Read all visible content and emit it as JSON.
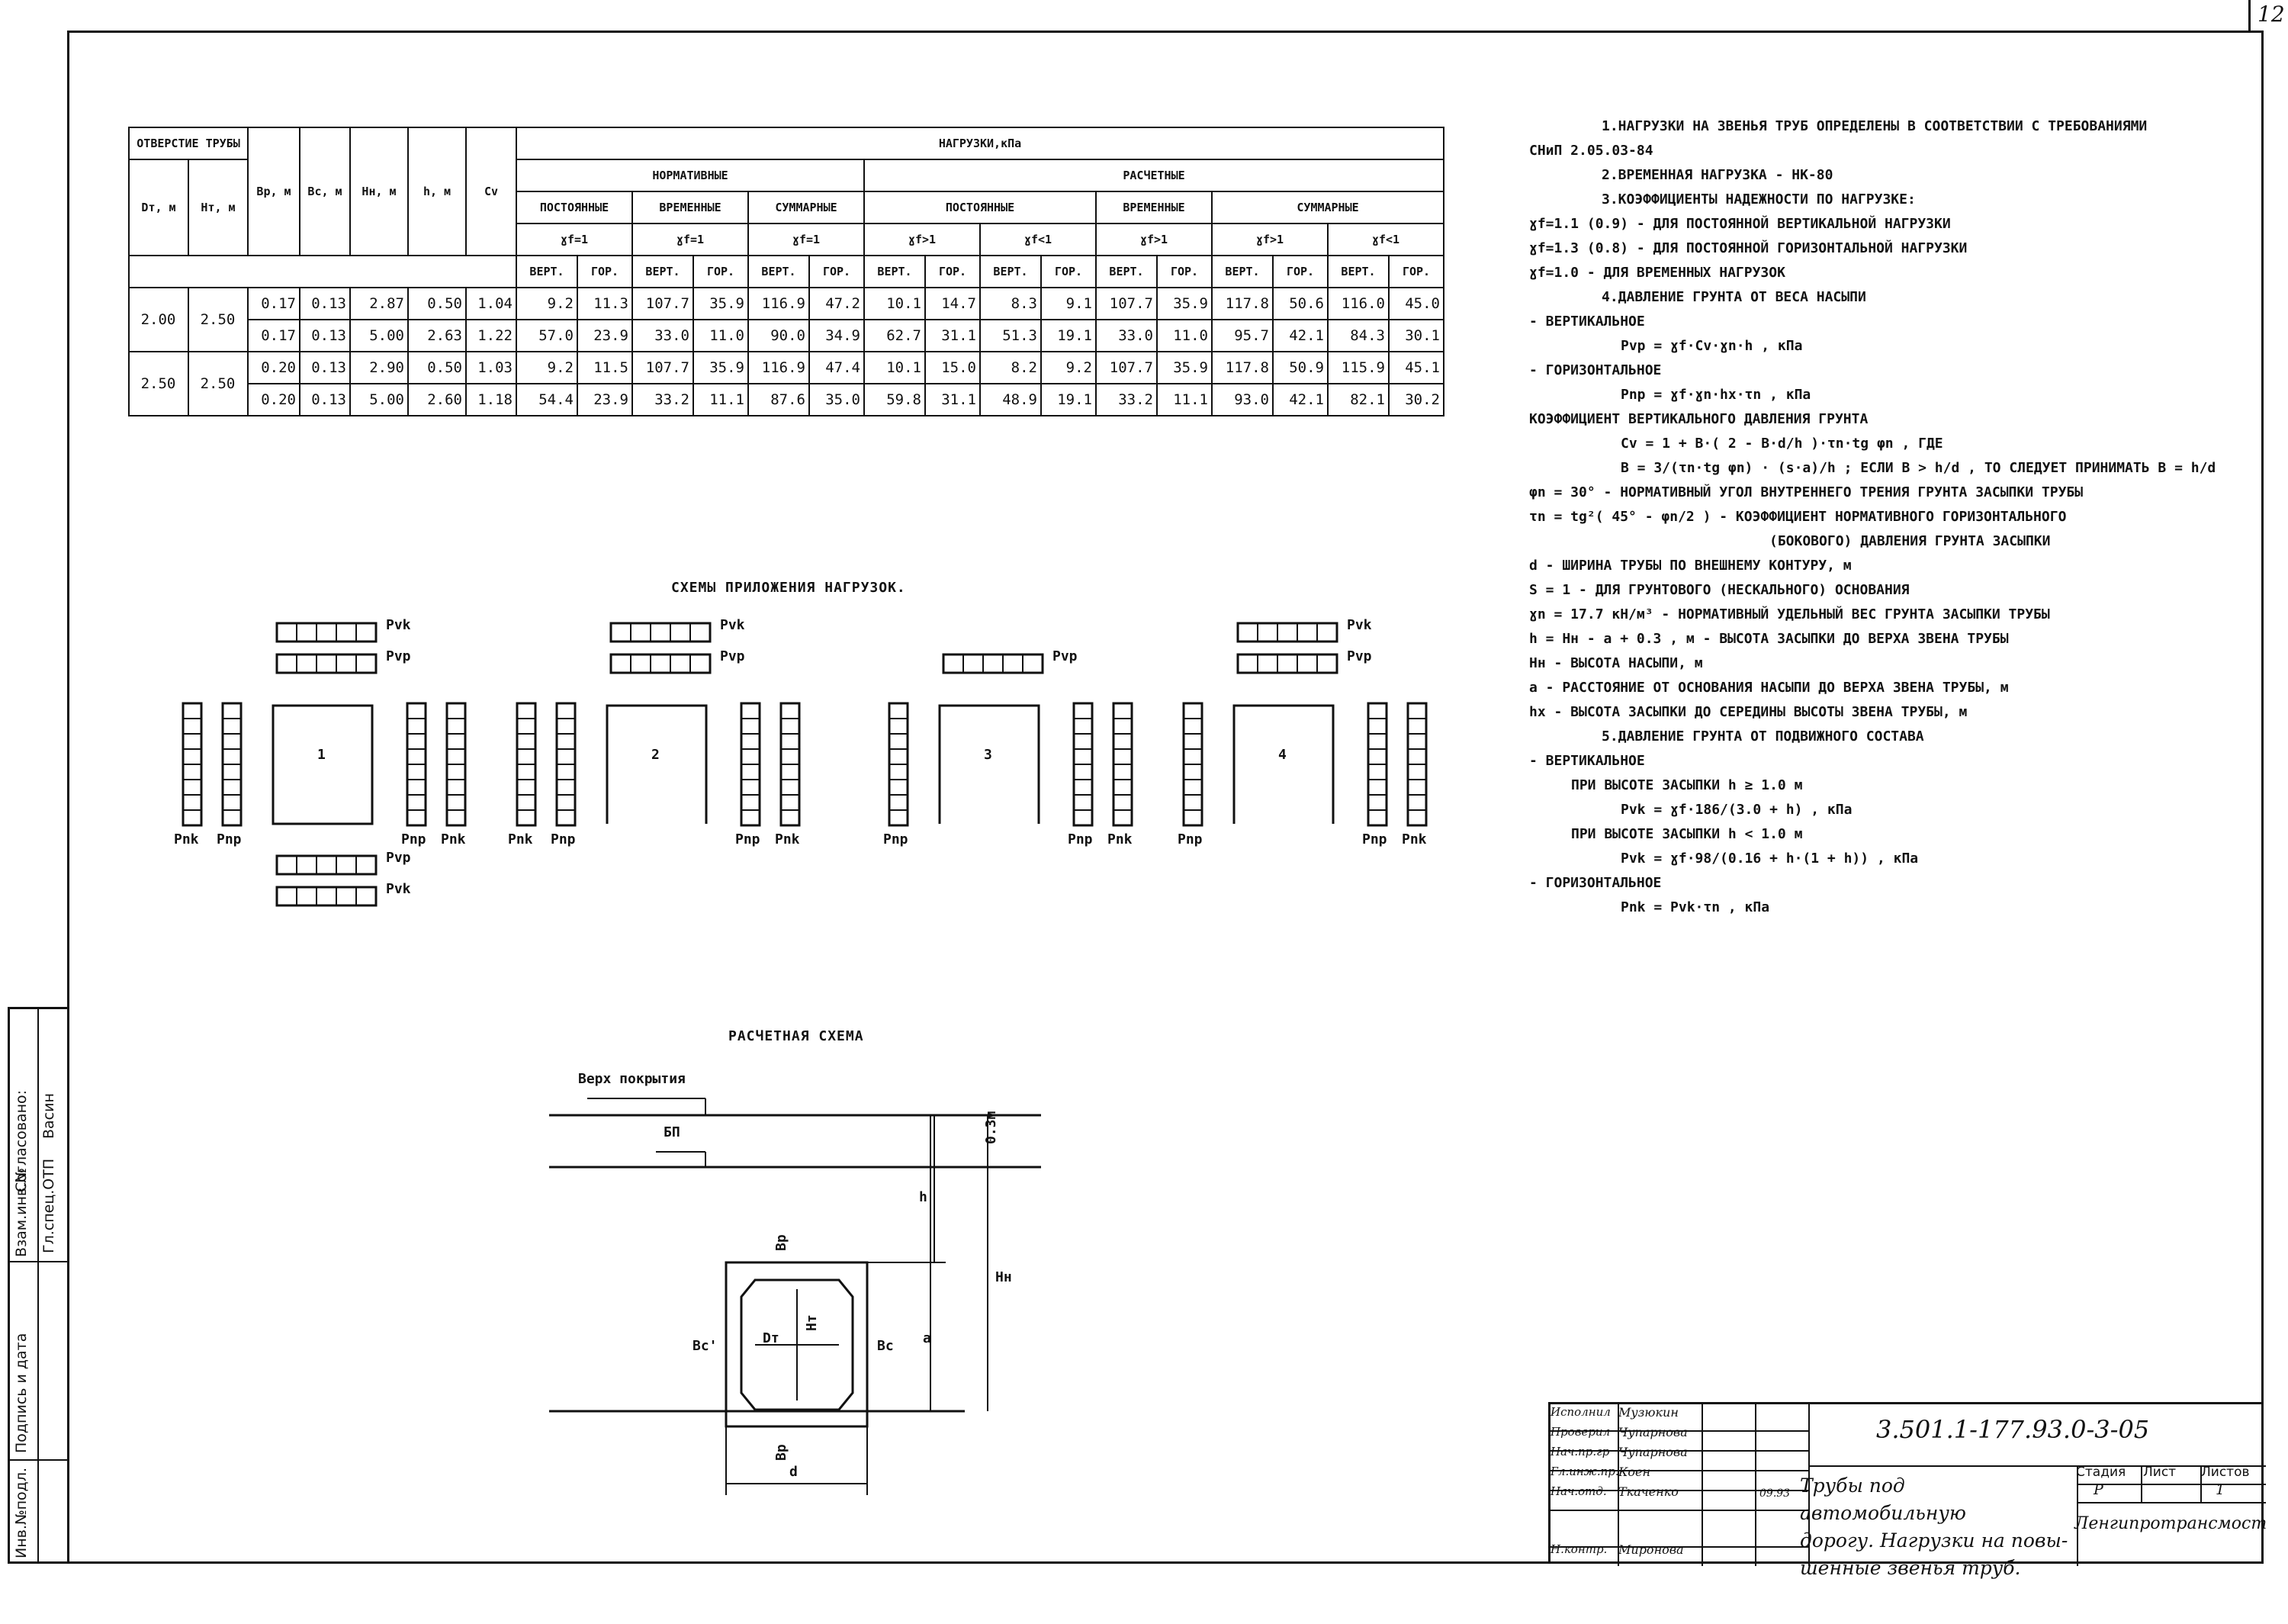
{
  "sheet_number": "12",
  "margin": {
    "inv_podl": "Инв.№подл.",
    "podpis_data": "Подпись и дата",
    "vzam_inv": "Взам.инв.№",
    "sogl": "Согласовано:",
    "gl_spec": "Гл.спец.ОТП",
    "gl_spec_name": "Васин"
  },
  "table": {
    "h_otverstie": "ОТВЕРСТИЕ ТРУБЫ",
    "h_dt": "Dт, м",
    "h_ht": "Hт, м",
    "h_bp": "Bр, м",
    "h_bc": "Bс, м",
    "h_hn": "Hн, м",
    "h_h": "h, м",
    "h_cv": "Cv",
    "h_nagruzki": "НАГРУЗКИ,кПа",
    "h_normativnye": "НОРМАТИВНЫЕ",
    "h_raschetnye": "РАСЧЕТНЫЕ",
    "h_postoyannye": "ПОСТОЯННЫЕ",
    "h_vremennye": "ВРЕМЕННЫЕ",
    "h_summarnye": "СУММАРНЫЕ",
    "h_gf1": "ɣf=1",
    "h_gfgt1": "ɣf>1",
    "h_gflt1": "ɣf<1",
    "h_vert": "ВЕРТ.",
    "h_gor": "ГОР.",
    "groups": [
      {
        "dt": "2.00",
        "ht": "2.50",
        "rows": [
          [
            "0.17",
            "0.13",
            "2.87",
            "0.50",
            "1.04",
            "9.2",
            "11.3",
            "107.7",
            "35.9",
            "116.9",
            "47.2",
            "10.1",
            "14.7",
            "8.3",
            "9.1",
            "107.7",
            "35.9",
            "117.8",
            "50.6",
            "116.0",
            "45.0"
          ],
          [
            "0.17",
            "0.13",
            "5.00",
            "2.63",
            "1.22",
            "57.0",
            "23.9",
            "33.0",
            "11.0",
            "90.0",
            "34.9",
            "62.7",
            "31.1",
            "51.3",
            "19.1",
            "33.0",
            "11.0",
            "95.7",
            "42.1",
            "84.3",
            "30.1"
          ]
        ]
      },
      {
        "dt": "2.50",
        "ht": "2.50",
        "rows": [
          [
            "0.20",
            "0.13",
            "2.90",
            "0.50",
            "1.03",
            "9.2",
            "11.5",
            "107.7",
            "35.9",
            "116.9",
            "47.4",
            "10.1",
            "15.0",
            "8.2",
            "9.2",
            "107.7",
            "35.9",
            "117.8",
            "50.9",
            "115.9",
            "45.1"
          ],
          [
            "0.20",
            "0.13",
            "5.00",
            "2.60",
            "1.18",
            "54.4",
            "23.9",
            "33.2",
            "11.1",
            "87.6",
            "35.0",
            "59.8",
            "31.1",
            "48.9",
            "19.1",
            "33.2",
            "11.1",
            "93.0",
            "42.1",
            "82.1",
            "30.2"
          ]
        ]
      }
    ]
  },
  "notes": {
    "n1a": "1.НАГРУЗКИ НА ЗВЕНЬЯ ТРУБ ОПРЕДЕЛЕНЫ В СООТВЕТСТВИИ С ТРЕБОВАНИЯМИ",
    "n1b": "СНиП 2.05.03-84",
    "n2": "2.ВРЕМЕННАЯ НАГРУЗКА - НК-80",
    "n3": "3.КОЭФФИЦИЕНТЫ НАДЕЖНОСТИ ПО НАГРУЗКЕ:",
    "n3a": "ɣf=1.1 (0.9) - ДЛЯ ПОСТОЯННОЙ ВЕРТИКАЛЬНОЙ НАГРУЗКИ",
    "n3b": "ɣf=1.3 (0.8) - ДЛЯ ПОСТОЯННОЙ ГОРИЗОНТАЛЬНОЙ НАГРУЗКИ",
    "n3c": "ɣf=1.0 - ДЛЯ ВРЕМЕННЫХ НАГРУЗОК",
    "n4": "4.ДАВЛЕНИЕ ГРУНТА ОТ ВЕСА НАСЫПИ",
    "vert": "- ВЕРТИКАЛЬНОЕ",
    "pvp": "Pvp = ɣf·Cv·ɣn·h , кПа",
    "gor": "- ГОРИЗОНТАЛЬНОЕ",
    "pnp": "Pnp = ɣf·ɣn·hx·τn , кПа",
    "koef": "КОЭФФИЦИЕНТ ВЕРТИКАЛЬНОГО ДАВЛЕНИЯ ГРУНТА",
    "cv": "Cv = 1 + B·( 2 - B·d/h )·τn·tg φn , ГДЕ",
    "bf": "B = 3/(τn·tg φn) · (s·a)/h ;  ЕСЛИ  B > h/d , ТО СЛЕДУЕТ ПРИНИМАТЬ B = h/d",
    "phi": "φn = 30° - НОРМАТИВНЫЙ УГОЛ ВНУТРЕННЕГО ТРЕНИЯ ГРУНТА ЗАСЫПКИ ТРУБЫ",
    "tau": "τn = tg²( 45° - φn/2 ) - КОЭФФИЦИЕНТ НОРМАТИВНОГО ГОРИЗОНТАЛЬНОГО",
    "tau2": "(БОКОВОГО) ДАВЛЕНИЯ ГРУНТА ЗАСЫПКИ",
    "d": "d - ШИРИНА ТРУБЫ ПО ВНЕШНЕМУ КОНТУРУ, м",
    "s": "S = 1 - ДЛЯ ГРУНТОВОГО (НЕСКАЛЬНОГО) ОСНОВАНИЯ",
    "gn": "ɣn = 17.7 кН/м³ - НОРМАТИВНЫЙ УДЕЛЬНЫЙ ВЕС ГРУНТА ЗАСЫПКИ ТРУБЫ",
    "h": "h = Hн - a + 0.3 , м - ВЫСОТА ЗАСЫПКИ ДО ВЕРХА ЗВЕНА ТРУБЫ",
    "hn": "Hн - ВЫСОТА НАСЫПИ, м",
    "a": "a - РАССТОЯНИЕ ОТ ОСНОВАНИЯ НАСЫПИ ДО ВЕРХА ЗВЕНА ТРУБЫ, м",
    "hx": "hx - ВЫСОТА ЗАСЫПКИ ДО СЕРЕДИНЫ ВЫСОТЫ ЗВЕНА ТРУБЫ, м",
    "n5": "5.ДАВЛЕНИЕ ГРУНТА ОТ ПОДВИЖНОГО СОСТАВА",
    "vert2": "- ВЕРТИКАЛЬНОЕ",
    "hge": "ПРИ ВЫСОТЕ ЗАСЫПКИ  h ≥ 1.0 м",
    "pvk1": "Pvk = ɣf·186/(3.0 + h) , кПа",
    "hlt": "ПРИ ВЫСОТЕ ЗАСЫПКИ  h < 1.0 м",
    "pvk2": "Pvk = ɣf·98/(0.16 + h·(1 + h)) , кПа",
    "gor2": "- ГОРИЗОНТАЛЬНОЕ",
    "pnk": "Pnk = Pvk·τn , кПа"
  },
  "schemes": {
    "title": "СХЕМЫ ПРИЛОЖЕНИЯ НАГРУЗОК.",
    "pvk": "Pvk",
    "pvp": "Pvp",
    "pnk": "Pnk",
    "pnp": "Pnp",
    "n1": "1",
    "n2": "2",
    "n3": "3",
    "n4": "4"
  },
  "calc": {
    "title": "РАСЧЕТНАЯ СХЕМА",
    "top": "Верх покрытия",
    "bp": "БП",
    "d03": "0.3м",
    "h": "h",
    "hn": "Hн",
    "a": "a",
    "bpl": "Bр",
    "bc": "Bс",
    "bc2": "Bс'",
    "dt": "Dт",
    "ht": "Hт",
    "d": "d"
  },
  "titleblock": {
    "code": "3.501.1-177.93.0-3-05",
    "name1": "Трубы под автомобильную",
    "name2": "дорогу. Нагрузки на повы-",
    "name3": "шенные звенья труб.",
    "stage_h": "Стадия",
    "sheet_h": "Лист",
    "sheets_h": "Листов",
    "stage": "Р",
    "sheet": "1",
    "org": "Ленгипротрансмост",
    "date": "09.93",
    "roles": [
      "Исполнил",
      "Проверил",
      "Нач.пр.гр",
      "Гл.инж.пр.",
      "Нач.отд.",
      "Н.контр."
    ],
    "names": [
      "Музюкин",
      "Чупарнова",
      "Чупарнова",
      "Коен",
      "Ткаченко",
      "Миронова"
    ]
  }
}
